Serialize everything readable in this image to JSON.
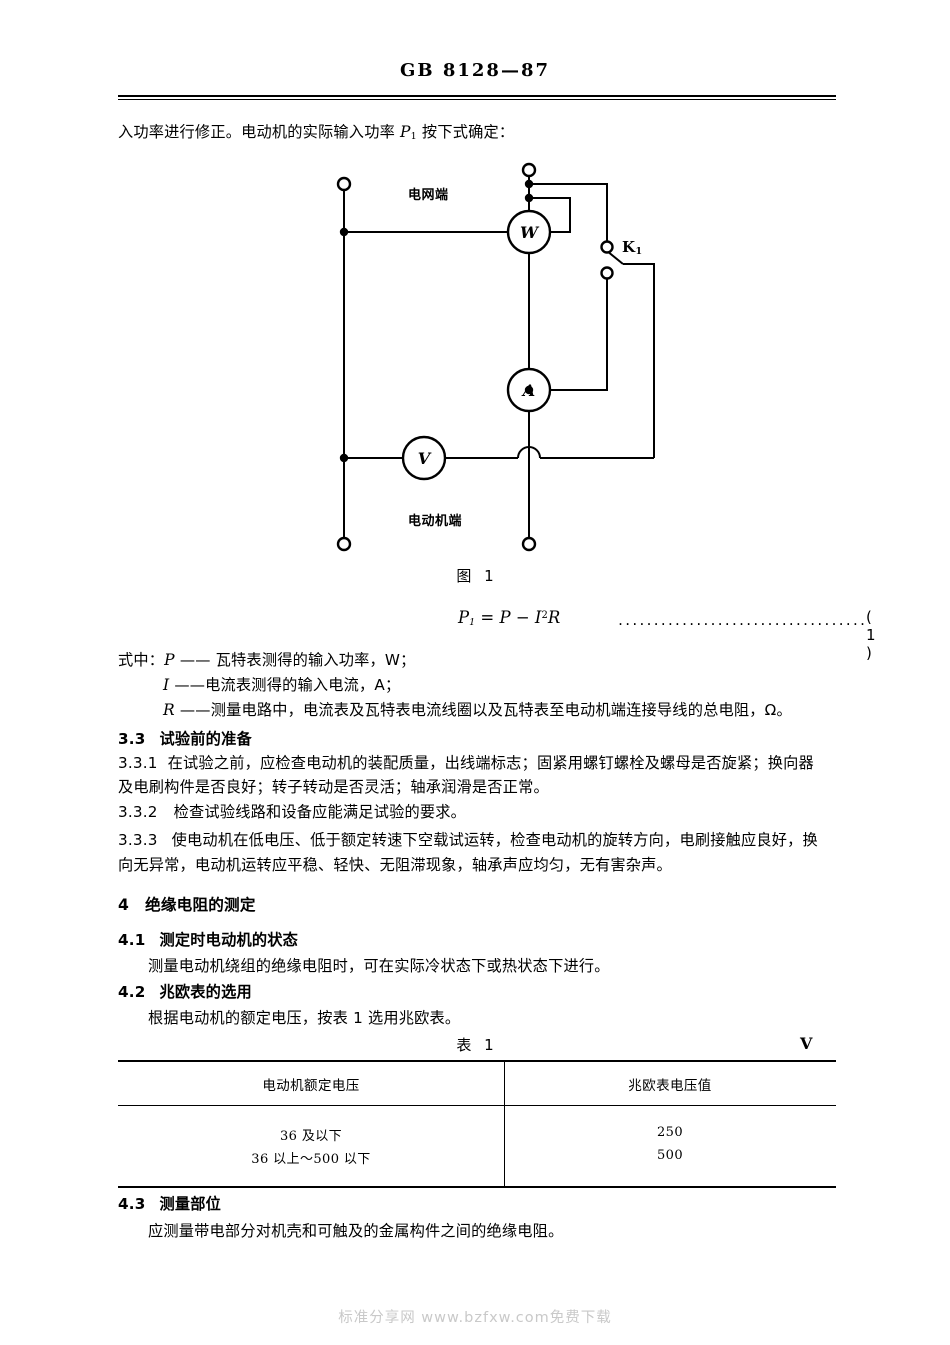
{
  "header": {
    "standard_code": "GB 8128—87"
  },
  "intro": {
    "line1_a": "入功率进行修正。电动机的实际输入功率 ",
    "line1_sym": "P",
    "line1_sub": "1",
    "line1_b": " 按下式确定："
  },
  "figure": {
    "caption": "图 1",
    "label_grid": "电网端",
    "label_motor": "电动机端",
    "meter_w": "W",
    "meter_a": "A",
    "meter_v": "V",
    "switch_label": "K",
    "switch_sub": "1"
  },
  "equation": {
    "formula_p1": "P",
    "formula_p1_sub": "1",
    "formula_rest_eq": " = ",
    "formula_p": "P",
    "formula_minus": " − ",
    "formula_i": "I",
    "formula_i_sup": "2",
    "formula_r": "R",
    "leader_dots": "․․․․․․․․․․․․․․․․․․․․․․․․․․․․․․․․․․․․․․․․․․․․․․․․․․․․․․․․․․․․․․",
    "number": "( 1 )"
  },
  "definitions": {
    "prefix": "式中：",
    "items": [
      {
        "symbol": "P",
        "dash": " —— ",
        "text": "瓦特表测得的输入功率，W；"
      },
      {
        "symbol": "I",
        "dash": " ——",
        "text": "电流表测得的输入电流，A；"
      },
      {
        "symbol": "R",
        "dash": " ——",
        "text": "测量电路中，电流表及瓦特表电流线圈以及瓦特表至电动机端连接导线的总电阻，Ω。"
      }
    ]
  },
  "sections": {
    "s33_num": "3.3",
    "s33_title": "试验前的准备",
    "s331_num": "3.3.1",
    "s331_text_l1": "在试验之前，应检查电动机的装配质量，出线端标志；固紧用螺钉螺栓及螺母是否旋紧；换向器",
    "s331_text_l2": "及电刷构件是否良好；转子转动是否灵活；轴承润滑是否正常。",
    "s332_num": "3.3.2",
    "s332_text": "检查试验线路和设备应能满足试验的要求。",
    "s333_num": "3.3.3",
    "s333_text_l1": "使电动机在低电压、低于额定转速下空载试运转，检查电动机的旋转方向，电刷接触应良好，换",
    "s333_text_l2": "向无异常，电动机运转应平稳、轻快、无阻滞现象，轴承声应均匀，无有害杂声。",
    "s4_num": "4",
    "s4_title": "绝缘电阻的测定",
    "s41_num": "4.1",
    "s41_title": "测定时电动机的状态",
    "s41_text": "测量电动机绕组的绝缘电阻时，可在实际冷状态下或热状态下进行。",
    "s42_num": "4.2",
    "s42_title": "兆欧表的选用",
    "s42_text": "根据电动机的额定电压，按表 1 选用兆欧表。",
    "s43_num": "4.3",
    "s43_title": "测量部位",
    "s43_text": "应测量带电部分对机壳和可触及的金属构件之间的绝缘电阻。"
  },
  "table": {
    "title": "表 1",
    "unit": "V",
    "headers": [
      "电动机额定电压",
      "兆欧表电压值"
    ],
    "rows": [
      [
        "36 及以下",
        "250"
      ],
      [
        "36 以上～500 以下",
        "500"
      ]
    ]
  },
  "watermark": {
    "text": "标准分享网  www.bzfxw.com免费下载"
  }
}
